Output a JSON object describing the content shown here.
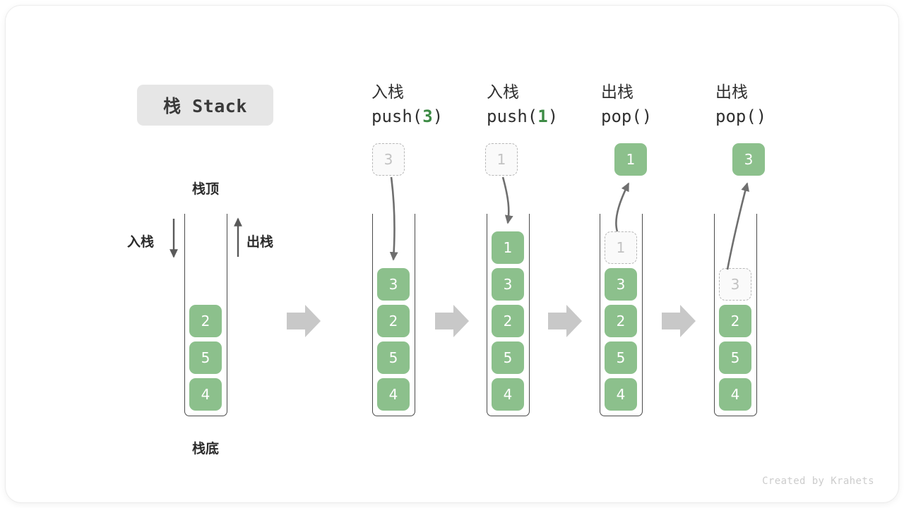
{
  "title": {
    "text": "栈 Stack"
  },
  "footer": {
    "text": "Created by Krahets"
  },
  "colors": {
    "element_fill": "#8cc08c",
    "element_text": "#ffffff",
    "ghost_fill": "#fafafa",
    "ghost_text": "#c2c2c2",
    "ghost_border": "#b8b8b8",
    "vessel_border": "#4a4a4a",
    "flow_arrow": "#c8c8c8",
    "accent_number": "#3d8b45",
    "title_chip_bg": "#e6e6e6"
  },
  "initial_stack": {
    "top_label": "栈顶",
    "bottom_label": "栈底",
    "push_label": "入栈",
    "pop_label": "出栈",
    "elements": [
      "2",
      "5",
      "4"
    ]
  },
  "steps": [
    {
      "id": "push-3",
      "op_zh": "入栈",
      "op_code_prefix": "push(",
      "op_code_value": "3",
      "op_code_suffix": ")",
      "floating": {
        "value": "3",
        "style": "ghost"
      },
      "elements": [
        "3",
        "2",
        "5",
        "4"
      ],
      "ghost_in_stack": null
    },
    {
      "id": "push-1",
      "op_zh": "入栈",
      "op_code_prefix": "push(",
      "op_code_value": "1",
      "op_code_suffix": ")",
      "floating": {
        "value": "1",
        "style": "ghost"
      },
      "elements": [
        "1",
        "3",
        "2",
        "5",
        "4"
      ],
      "ghost_in_stack": null
    },
    {
      "id": "pop-1",
      "op_zh": "出栈",
      "op_code_prefix": "pop(",
      "op_code_value": "",
      "op_code_suffix": ")",
      "floating": {
        "value": "1",
        "style": "solid"
      },
      "elements": [
        "3",
        "2",
        "5",
        "4"
      ],
      "ghost_in_stack": "1"
    },
    {
      "id": "pop-3",
      "op_zh": "出栈",
      "op_code_prefix": "pop(",
      "op_code_value": "",
      "op_code_suffix": ")",
      "floating": {
        "value": "3",
        "style": "solid"
      },
      "elements": [
        "2",
        "5",
        "4"
      ],
      "ghost_in_stack": "3"
    }
  ]
}
